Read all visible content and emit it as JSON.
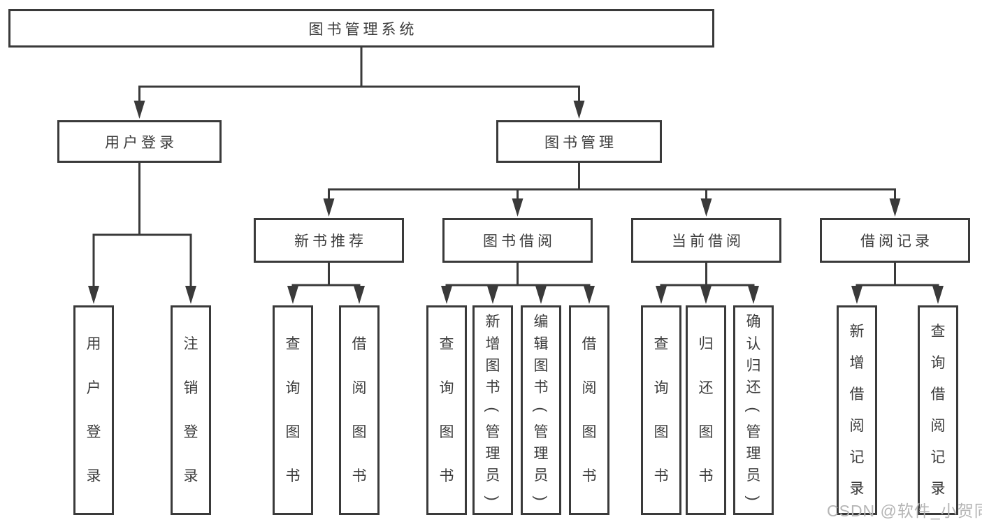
{
  "diagram": {
    "tree": {
      "label": "图书管理系统",
      "children": [
        {
          "label": "用户登录",
          "children": [
            {
              "label": "用户登录"
            },
            {
              "label": "注销登录"
            }
          ]
        },
        {
          "label": "图书管理",
          "children": [
            {
              "label": "新书推荐",
              "children": [
                {
                  "label": "查询图书"
                },
                {
                  "label": "借阅图书"
                }
              ]
            },
            {
              "label": "图书借阅",
              "children": [
                {
                  "label": "查询图书"
                },
                {
                  "label": "新增图书（管理员）"
                },
                {
                  "label": "编辑图书（管理员）"
                },
                {
                  "label": "借阅图书"
                }
              ]
            },
            {
              "label": "当前借阅",
              "children": [
                {
                  "label": "查询图书"
                },
                {
                  "label": "归还图书"
                },
                {
                  "label": "确认归还（管理员）"
                }
              ]
            },
            {
              "label": "借阅记录",
              "children": [
                {
                  "label": "新增借阅记录"
                },
                {
                  "label": "查询借阅记录"
                }
              ]
            }
          ]
        }
      ]
    },
    "colors": {
      "line": "#3a3a3a",
      "box_border": "#3a3a3a",
      "text": "#3d3d3d",
      "background": "#ffffff",
      "watermark": "#b5b5b5"
    }
  },
  "watermark": {
    "text": "CSDN @软件_小贺同学"
  }
}
